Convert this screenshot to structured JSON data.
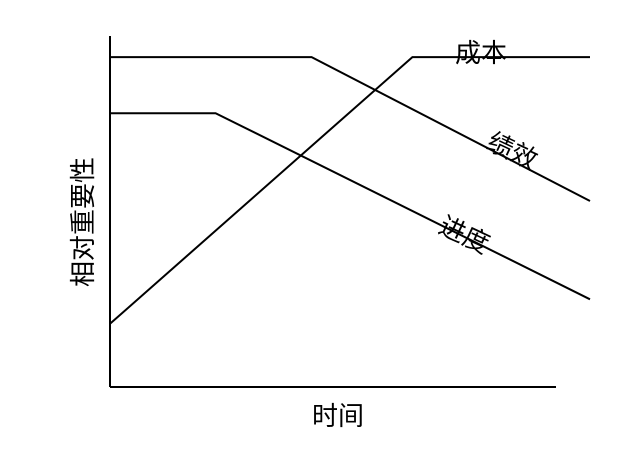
{
  "chart_data": {
    "type": "line",
    "title": "",
    "xlabel": "时间",
    "ylabel": "相对重要性",
    "grid": false,
    "legend": "none",
    "xlim": [
      0,
      10
    ],
    "ylim": [
      0,
      10
    ],
    "series": [
      {
        "name": "成本",
        "x": [
          0,
          6.3,
          10
        ],
        "y": [
          1.8,
          9.4,
          9.4
        ]
      },
      {
        "name": "绩效",
        "x": [
          0,
          4.2,
          10
        ],
        "y": [
          9.4,
          9.4,
          5.3
        ]
      },
      {
        "name": "进度",
        "x": [
          0,
          2.2,
          10
        ],
        "y": [
          7.8,
          7.8,
          2.5
        ]
      }
    ],
    "colors": {
      "line": "#000000",
      "background": "#ffffff"
    }
  }
}
